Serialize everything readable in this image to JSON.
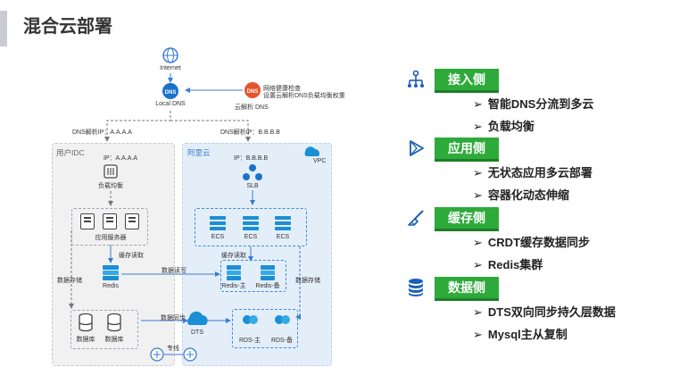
{
  "page": {
    "title": "混合云部署"
  },
  "diagram": {
    "internet": "Internet",
    "local_dns": "Local DNS",
    "health_check": "网络健康检查",
    "set_dns_lb": "设置云解析DNS负载均衡权重",
    "cloud_dns": "云解析 DNS",
    "dns_ip_a": "DNS解析IP：A.A.A.A",
    "dns_ip_b": "DNS解析IP：B.B.B.B",
    "idc": {
      "title": "用户IDC",
      "ip": "IP：A.A.A.A",
      "lb": "负载均衡",
      "app_servers": "应用服务器",
      "cache_read": "缓存读取",
      "redis": "Redis",
      "data_store": "数据存储",
      "db1": "数据库",
      "db2": "数据库"
    },
    "aliyun": {
      "title": "阿里云",
      "vpc": "VPC",
      "ip": "IP：B.B.B.B",
      "slb": "SLB",
      "ecs": [
        "ECS",
        "ECS",
        "ECS"
      ],
      "cache_read": "缓存读取",
      "redis_main": "Redis-主",
      "redis_backup": "Redis-备",
      "data_store": "数据存储",
      "rds_main": "RDS-主",
      "rds_backup": "RDS-备"
    },
    "data_rw": "数据读写",
    "data_sync": "数据同步",
    "dts": "DTS",
    "leased_line": "专线"
  },
  "sections": [
    {
      "tag": "接入侧",
      "icon": "network-icon",
      "items": [
        "智能DNS分流到多云",
        "负载均衡"
      ]
    },
    {
      "tag": "应用侧",
      "icon": "play-icon",
      "items": [
        "无状态应用多云部署",
        "容器化动态伸缩"
      ]
    },
    {
      "tag": "缓存侧",
      "icon": "brush-icon",
      "items": [
        "CRDT缓存数据同步",
        "Redis集群"
      ]
    },
    {
      "tag": "数据侧",
      "icon": "database-icon",
      "items": [
        "DTS双向同步持久层数据",
        "Mysql主从复制"
      ]
    }
  ],
  "colors": {
    "accent_green": "#2eaa3b",
    "accent_blue": "#1a73c9",
    "dns_orange": "#e5532d"
  }
}
